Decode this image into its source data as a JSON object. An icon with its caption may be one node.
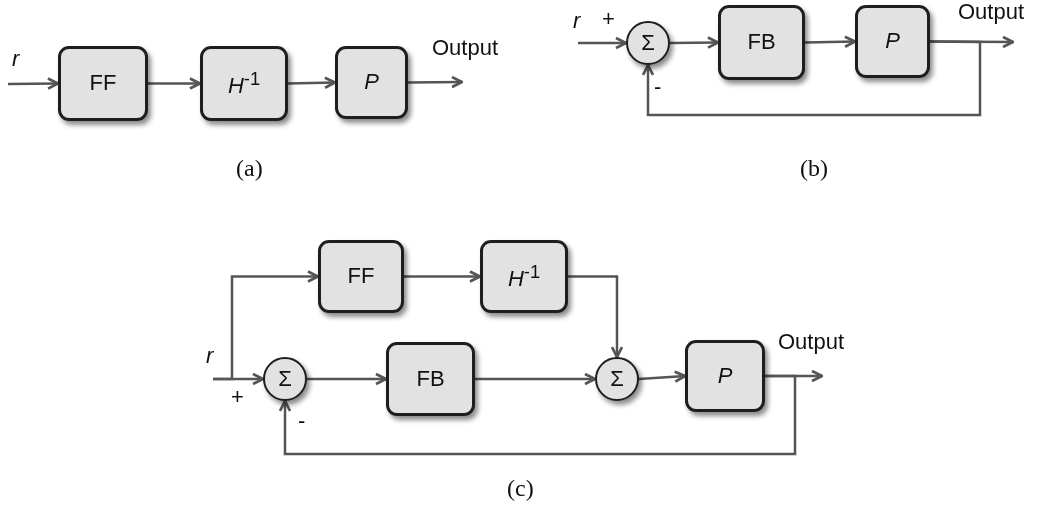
{
  "diagram": {
    "nodes": [
      {
        "text": [
          "FF"
        ]
      },
      {
        "text": [
          "*H*$^{-1}$"
        ]
      },
      {
        "text": [
          "P"
        ]
      },
      {
        "text": [
          "Output"
        ]
      },
      {
        "text": [
          "Σ"
        ]
      },
      {
        "text": [
          "FB"
        ]
      },
      {
        "text": [
          "P"
        ]
      },
      {
        "text": [
          "Output"
        ]
      },
      {
        "text": [
          "FF"
        ]
      },
      {
        "text": [
          "*H*$^{-1}$"
        ]
      },
      {
        "text": [
          "Σ"
        ]
      },
      {
        "text": [
          "FB"
        ]
      },
      {
        "text": [
          "Σ"
        ]
      },
      {
        "text": [
          "P"
        ]
      },
      {
        "text": [
          "Output"
        ]
      }
    ],
    "edges": [
      {
        "from": null,
        "to": 0,
        "arrow": "to"
      },
      {
        "from": 0,
        "to": 1,
        "arrow": "to"
      },
      {
        "from": 1,
        "to": 2,
        "arrow": "to"
      },
      {
        "from": 2,
        "to": 3,
        "arrow": "to"
      },
      {
        "from": null,
        "to": 4,
        "arrow": "to"
      },
      {
        "from": 4,
        "to": 5,
        "arrow": "to"
      },
      {
        "from": 5,
        "to": 6,
        "arrow": "to"
      },
      {
        "from": 6,
        "to": 7,
        "arrow": "to"
      },
      {
        "from": 6,
        "to": 4,
        "arrow": "to"
      },
      {
        "from": null,
        "to": 8,
        "arrow": "to"
      },
      {
        "from": null,
        "to": 10,
        "arrow": "to"
      },
      {
        "from": 8,
        "to": 9,
        "arrow": "to"
      },
      {
        "from": 9,
        "to": 12,
        "arrow": "to"
      },
      {
        "from": 10,
        "to": 11,
        "arrow": "to"
      },
      {
        "from": 11,
        "to": 12,
        "arrow": "to"
      },
      {
        "from": 12,
        "to": 13,
        "arrow": "to"
      },
      {
        "from": 13,
        "to": 14,
        "arrow": "to"
      },
      {
        "from": 13,
        "to": 10,
        "arrow": "to"
      }
    ],
    "labels": [
      "r",
      "(a)",
      "r",
      "+",
      "-",
      "(b)",
      "r",
      "+",
      "-",
      "(c)"
    ]
  }
}
